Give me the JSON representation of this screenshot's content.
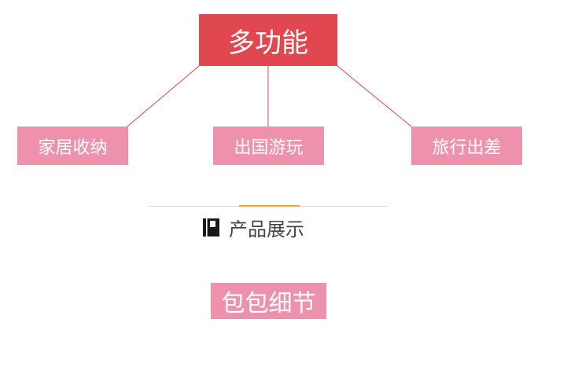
{
  "diagram": {
    "root": {
      "label": "多功能"
    },
    "children": [
      {
        "label": "家居收纳"
      },
      {
        "label": "出国游玩"
      },
      {
        "label": "旅行出差"
      }
    ],
    "colors": {
      "root_fill": "#e0474f",
      "child_fill": "#ee91ad",
      "connector": "#d9464c"
    }
  },
  "section": {
    "icon": "book-icon",
    "title": "产品展示",
    "accent_color": "#f2a72a",
    "rule_color": "#d9d9d9"
  },
  "tag": {
    "label": "包包细节",
    "fill": "#ee91ad"
  }
}
